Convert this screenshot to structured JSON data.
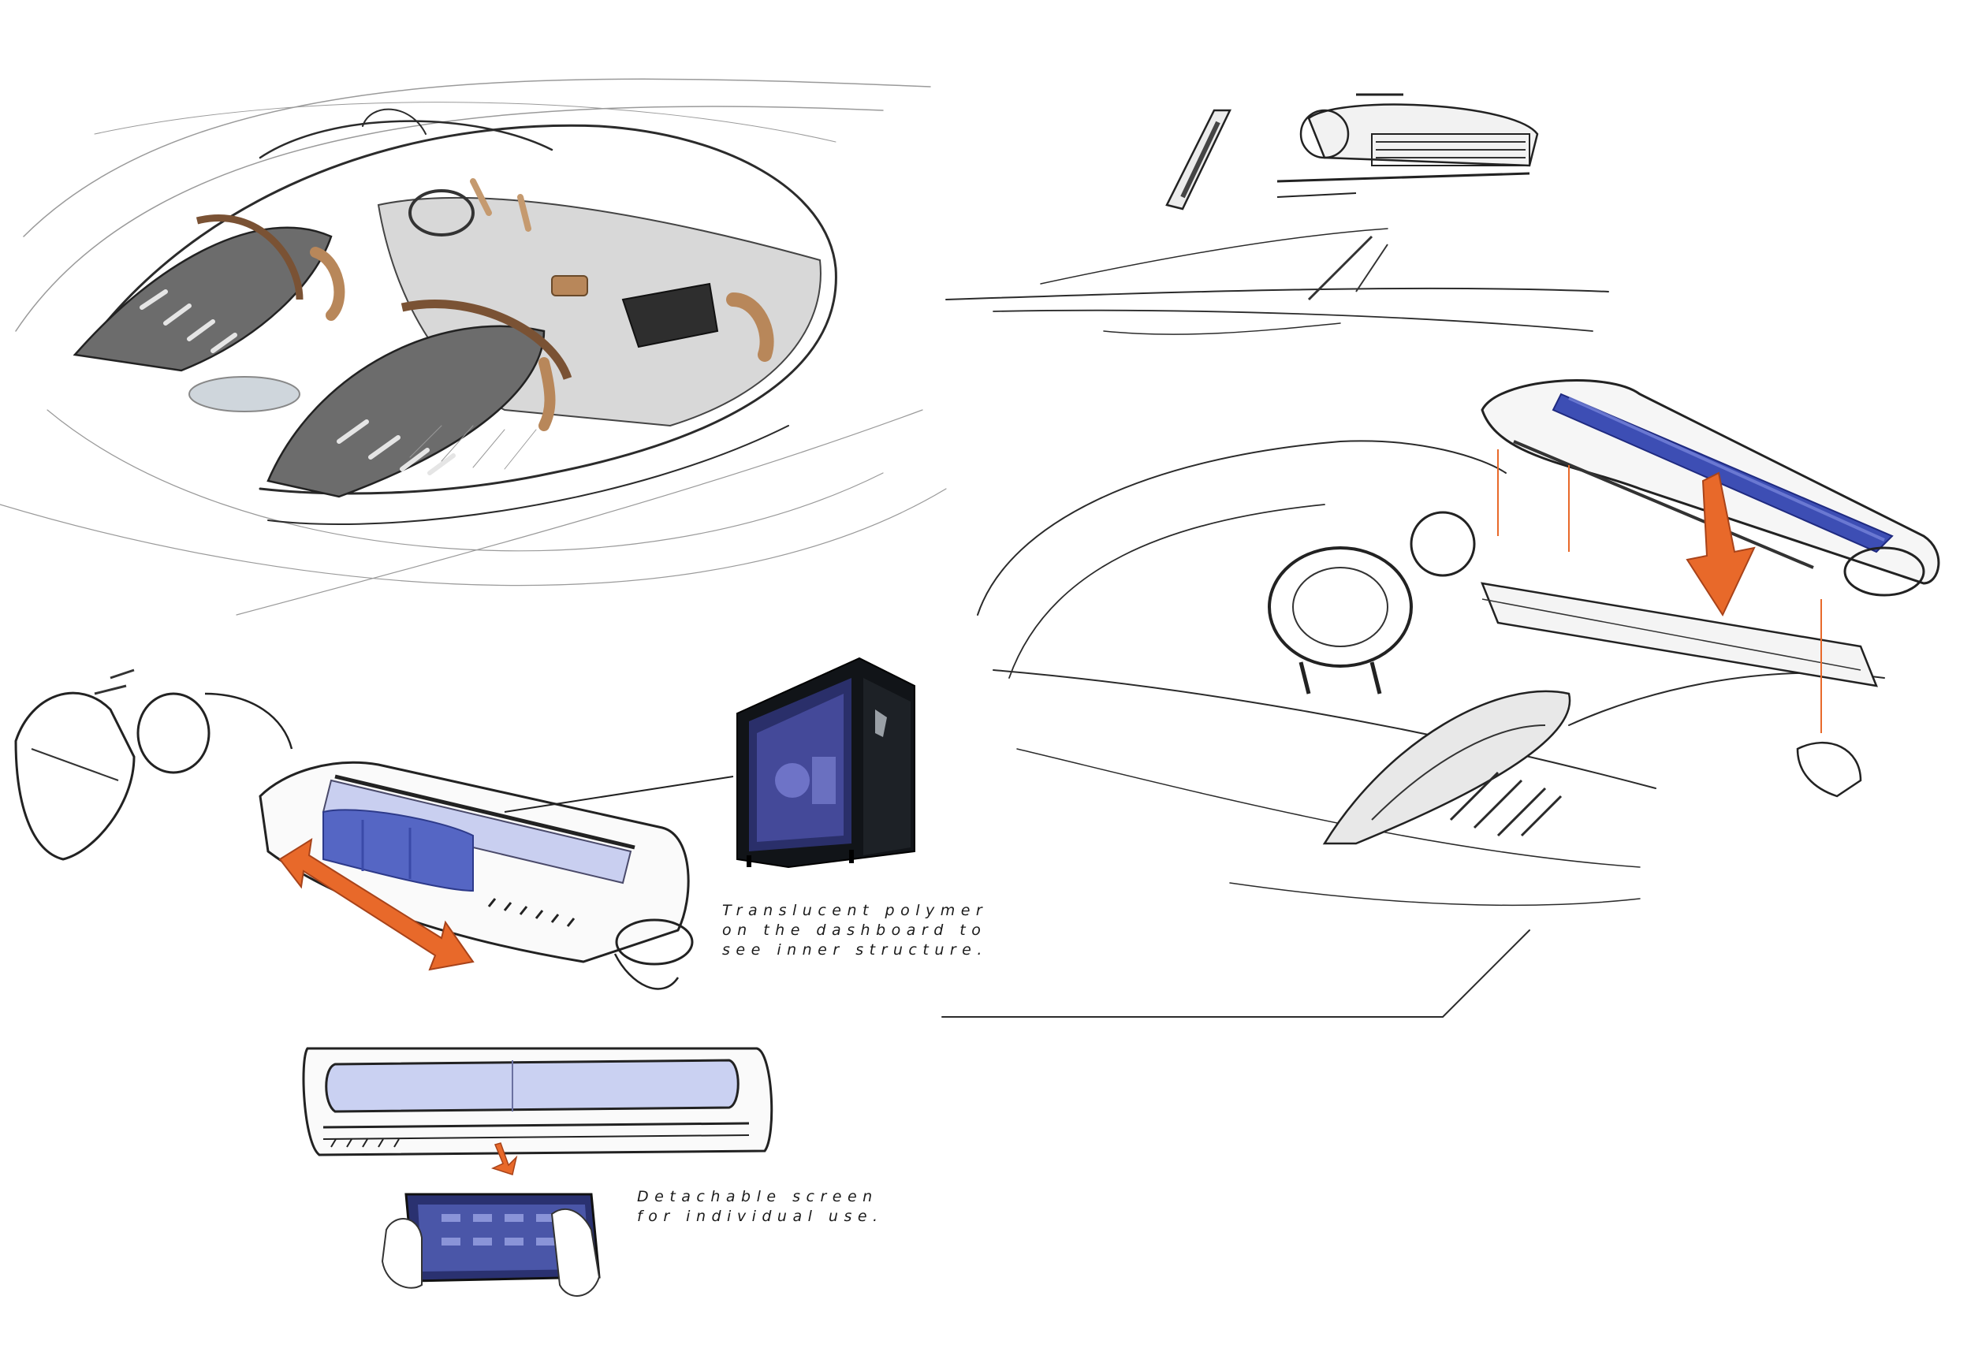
{
  "annotations": {
    "polymer": {
      "line1": "Translucent polymer",
      "line2": "on the dashboard to",
      "line3": "see inner structure."
    },
    "screen": {
      "line1": "Detachable screen",
      "line2": "for individual use."
    }
  },
  "colors": {
    "pencil": "#2b2b2b",
    "accent_orange": "#e8692a",
    "polymer_blue": "#5566c4",
    "polymer_light": "#c9cff0",
    "leather_tan": "#b8875a",
    "paper": "#ffffff"
  }
}
